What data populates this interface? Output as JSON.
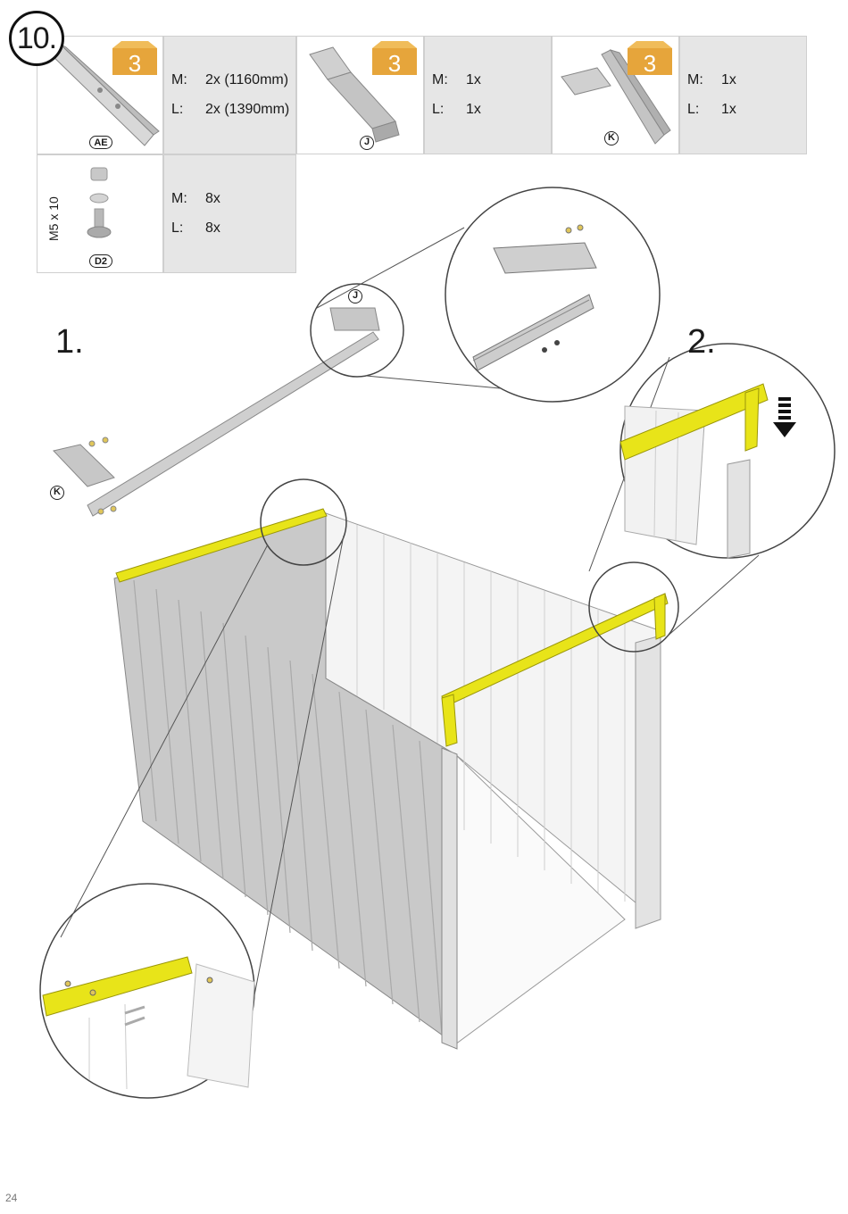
{
  "step": {
    "number": "10."
  },
  "parts": [
    {
      "tag": "AE",
      "box_count": "3",
      "m_label": "M:",
      "m_value": "2x (1160mm)",
      "l_label": "L:",
      "l_value": "2x (1390mm)"
    },
    {
      "tag": "J",
      "box_count": "3",
      "m_label": "M:",
      "m_value": "1x",
      "l_label": "L:",
      "l_value": "1x"
    },
    {
      "tag": "K",
      "box_count": "3",
      "m_label": "M:",
      "m_value": "1x",
      "l_label": "L:",
      "l_value": "1x"
    },
    {
      "tag": "D2",
      "size": "M5 x 10",
      "m_label": "M:",
      "m_value": "8x",
      "l_label": "L:",
      "l_value": "8x"
    }
  ],
  "callouts": {
    "step1": "1.",
    "step2": "2.",
    "label_j": "J",
    "label_k": "K"
  },
  "colors": {
    "highlight": "#e8e419",
    "box": "#e6a53b",
    "panel": "#c9c9c9"
  },
  "page_number": "24"
}
